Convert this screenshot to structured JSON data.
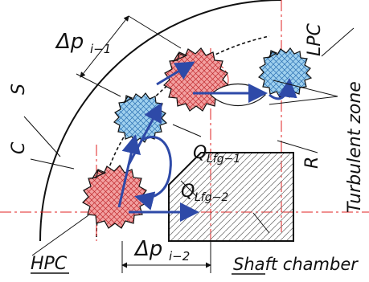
{
  "labels": {
    "delta_p_i1_main": "Δp",
    "delta_p_i1_sub": "i−1",
    "delta_p_i2_main": "Δp",
    "delta_p_i2_sub": "i−2",
    "S": "S",
    "C": "C",
    "R": "R",
    "LPC": "LPC",
    "HPC": "HPC",
    "turbulent_zone": "Turbulent zone",
    "q1_main": "Q",
    "q1_sub": "Lfg−1",
    "q2_main": "Q",
    "q2_sub": "Lfg−2",
    "shaft_chamber": "Shaft chamber"
  },
  "colors": {
    "hpc_fill": "#f2a0a0",
    "mid_fill": "#9fd0ee",
    "flow_arrow": "#2e4aa8",
    "centerline": "#e02020",
    "outline": "#111111"
  }
}
